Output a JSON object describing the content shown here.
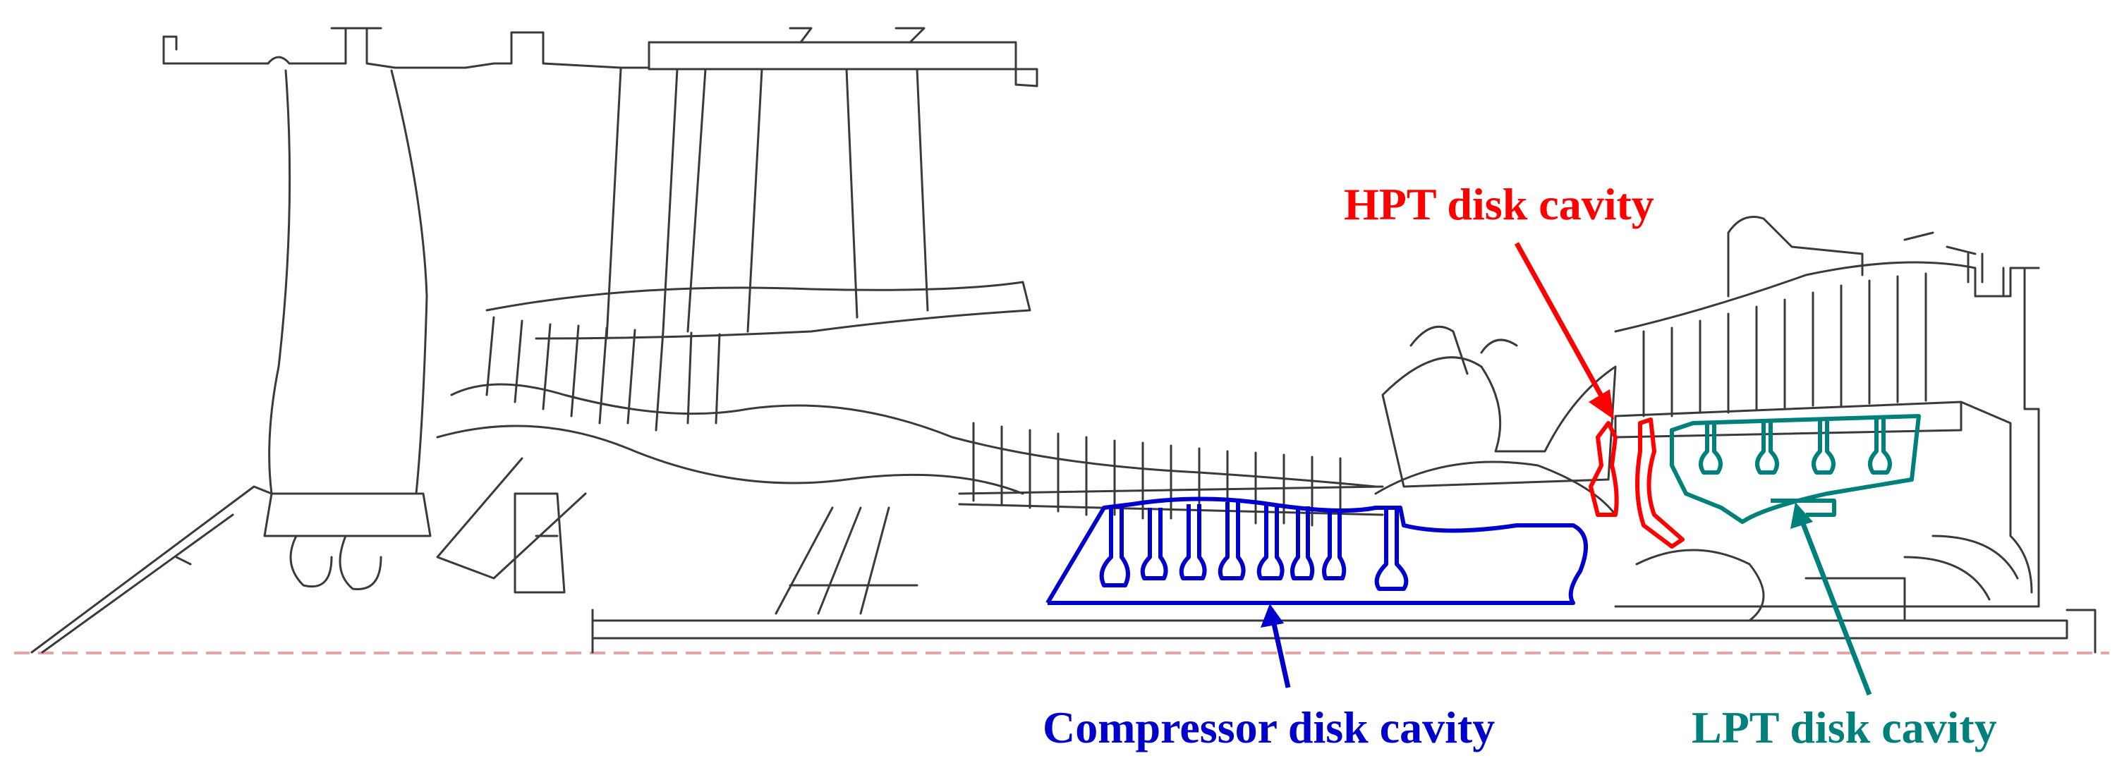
{
  "labels": {
    "hpt": "HPT disk cavity",
    "compressor": "Compressor disk cavity",
    "lpt": "LPT disk cavity"
  },
  "colors": {
    "hpt": "#ff0000",
    "compressor": "#0000cc",
    "lpt": "#00807a",
    "drawing": "#3a3a3a",
    "centerline": "#e3a5a5"
  }
}
